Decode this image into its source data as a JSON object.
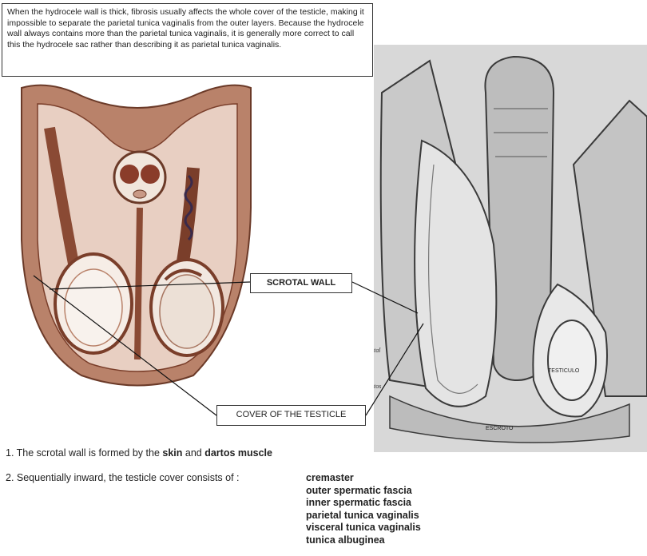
{
  "note": {
    "text": "When the hydrocele wall is thick, fibrosis usually affects the whole cover of the testicle, making it impossible to separate the parietal tunica vaginalis from the outer layers. Because the hydrocele wall always contains more than the parietal tunica vaginalis, it is generally more correct to call this the hydrocele sac rather than describing it as parietal tunica vaginalis."
  },
  "callouts": {
    "scrotal_wall": "SCROTAL WALL",
    "cover_of_testicle": "COVER OF THE TESTICLE"
  },
  "right_illustration_labels": {
    "testicle": "TESTICULO",
    "scrotum": "ESCROTO",
    "left_partial_1": "tal",
    "left_partial_2": "tos"
  },
  "points": {
    "p1_prefix": "1. The scrotal wall is formed by the ",
    "p1_skin": "skin",
    "p1_and": " and ",
    "p1_dartos": "dartos muscle",
    "p2_prefix": "2. Sequentially inward, the testicle cover consists of : "
  },
  "layers": [
    "cremaster",
    "outer spermatic fascia",
    "inner spermatic fascia",
    "parietal tunica vaginalis",
    "visceral tunica vaginalis",
    "tunica albuginea"
  ],
  "colors": {
    "left_skin": "#b9826a",
    "left_inner": "#f2e4dc",
    "left_dark": "#7a3e2a",
    "right_gray": "#9a9a9a",
    "right_dark": "#3a3a3a"
  }
}
